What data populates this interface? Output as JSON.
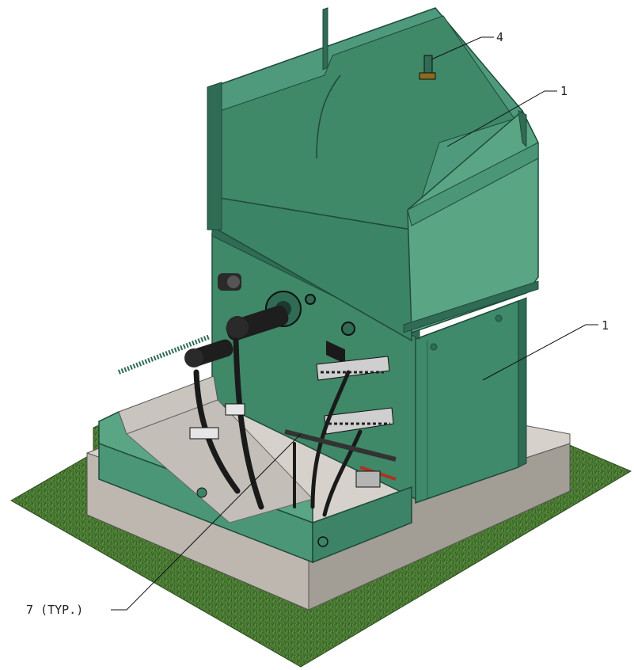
{
  "callouts": {
    "c4": "4",
    "c1_top": "1",
    "c1_side": "1",
    "c7": "7 (TYP.)"
  },
  "colors": {
    "enclosure": "#4f9a7c",
    "enclosure_dark": "#2f6b55",
    "enclosure_light": "#6bb595",
    "pad": "#cfcac3",
    "pad_shadow": "#9e9992",
    "grass": "#4a7a33",
    "grass_dark": "#2f5a22",
    "cable": "#222222"
  }
}
